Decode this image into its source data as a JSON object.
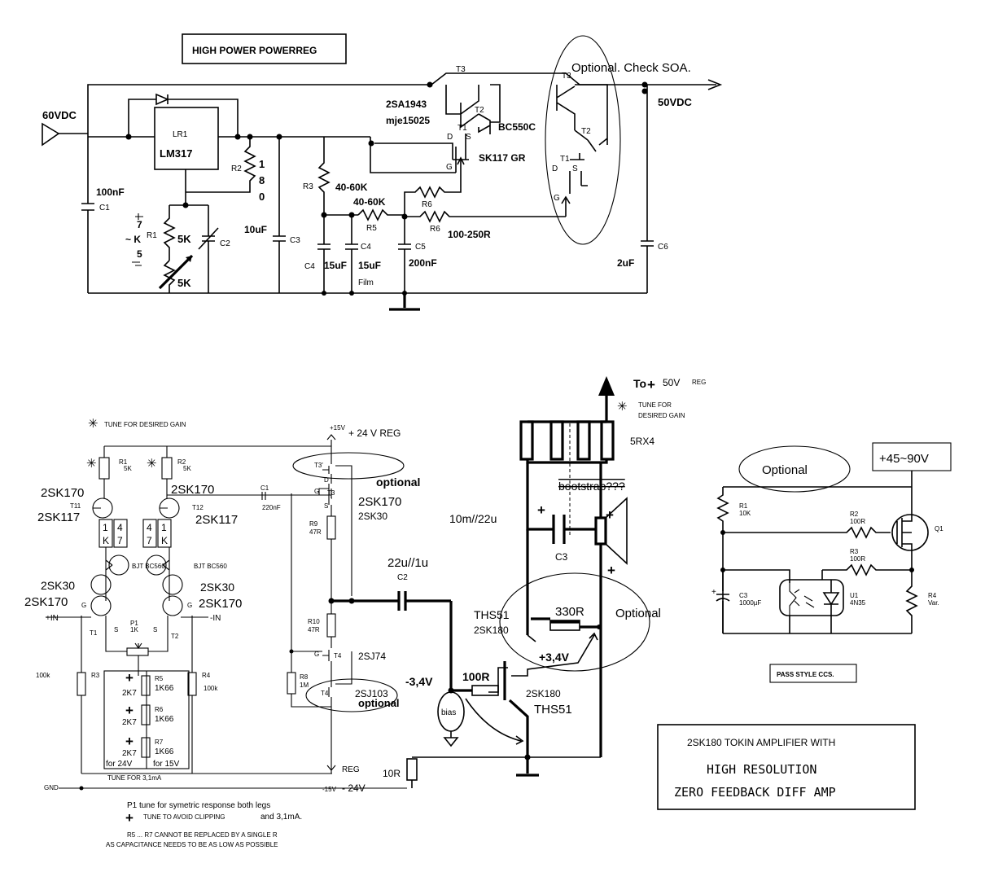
{
  "regulator": {
    "title": "HIGH POWER POWERREG",
    "input_voltage": "60VDC",
    "output_voltage": "50VDC",
    "ic_ref": "LR1",
    "ic_name": "LM317",
    "c1_value": "100nF",
    "c1_ref": "C1",
    "r2_ref": "R2",
    "r2_value_1": "1",
    "r2_value_2": "8",
    "r2_value_3": "0",
    "r1_ref": "R1",
    "r1_value": "5K",
    "pot_value": "5K",
    "adj_1": "7",
    "adj_2": "~ K",
    "adj_3": "5",
    "c2_ref": "C2",
    "c3_value": "10uF",
    "c3_ref": "C3",
    "r3_ref": "R3",
    "r3_value": "40-60K",
    "r5_value": "40-60K",
    "r5_ref": "R5",
    "r6a_ref": "R6",
    "r6b_ref": "R6",
    "r6_value": "100-250R",
    "c4a_ref": "C4",
    "c4a_value": "15uF",
    "c4b_ref": "C4",
    "c4b_value": "15uF",
    "film_label": "Film",
    "c5_ref": "C5",
    "c5_value": "200nF",
    "c6_ref": "C6",
    "c6_value": "2uF",
    "t3_ref": "T3",
    "t3b_ref": "T3",
    "q_main_1": "2SA1943",
    "q_main_2": "mje15025",
    "t2_ref": "T2",
    "t2b_ref": "T2",
    "t1_ref": "T1",
    "t1b_ref": "T1",
    "bc_label": "BC550C",
    "sk_label": "SK117 GR",
    "d_label": "D",
    "s_label": "S",
    "g_label": "G",
    "optional_note": "Optional. Check SOA."
  },
  "amplifier": {
    "tune_gain": "TUNE FOR DESIRED GAIN",
    "v_pos": "+15V",
    "v_pos_note": "+ 24 V REG",
    "v_neg": "-15V",
    "v_neg_note": "- 24V",
    "reg_label": "REG",
    "r1_ref": "R1",
    "r1_val": "5K",
    "r2_ref": "R2",
    "r2_val": "5K",
    "jfet_l": "2SK170",
    "jfet_l_ref": "T11",
    "jfet_l_alt": "2SK117",
    "jfet_r": "2SK170",
    "jfet_r_ref": "T12",
    "jfet_r_alt": "2SK117",
    "c1_ref": "C1",
    "c1_val": "220nF",
    "box_1": "1",
    "box_k": "K",
    "box_4": "4",
    "box_7": "7",
    "bjt_l": "BJT BC560",
    "bjt_r": "BJT BC560",
    "cas_l": "2SK30",
    "cas_r": "2SK30",
    "in_l_dev": "2SK170",
    "in_r_dev": "2SK170",
    "in_pos": "+IN",
    "in_neg": "-IN",
    "t1_ref": "T1",
    "t2_ref": "T2",
    "g_label": "G",
    "s_label": "S",
    "p1_ref": "P1",
    "p1_val": "1K",
    "r3_val": "100k",
    "r3_ref": "R3",
    "r4_ref": "R4",
    "r4_val": "100k",
    "r5_ref": "R5",
    "r5_val": "1K66",
    "r6_ref": "R6",
    "r6_val": "1K66",
    "r7_ref": "R7",
    "r7_val": "1K66",
    "v2k7_1": "2K7",
    "v2k7_2": "2K7",
    "v2k7_3": "2K7",
    "for_24": "for 24V",
    "for_15": "for 15V",
    "tune_31": "TUNE FOR 3,1mA",
    "gnd": "GND",
    "t3p_ref": "T3'",
    "t3_ref": "T3",
    "d_label": "D",
    "t3_dev": "2SK170",
    "t3_alt": "2SK30",
    "optional_t3": "optional",
    "r9_ref": "R9",
    "r9_val": "47R",
    "r10_ref": "R10",
    "r10_val": "47R",
    "t4_ref": "T4",
    "t4_dev": "2SJ74",
    "r8_ref": "R8",
    "r8_val": "1M",
    "t4p_ref": "T4'",
    "t4p_dev": "2SJ103",
    "optional_t4": "optional",
    "c2_val": "22u//1u",
    "c2_ref": "C2",
    "note_p1": "P1 tune for symetric response both legs",
    "note_plus_a": "TUNE TO AVOID CLIPPING",
    "note_plus_b": "and 3,1mA.",
    "note_r5_1": "R5 ... R7 CANNOT BE REPLACED BY A SINGLE R",
    "note_r5_2": "AS CAPACITANCE NEEDS TO BE AS LOW AS POSSIBLE"
  },
  "output_stage": {
    "to_label": "To",
    "to_volt": "50V",
    "to_reg": "REG",
    "tune_gain_a": "TUNE FOR",
    "tune_gain_b": "DESIRED GAIN",
    "r_array": "5RX4",
    "bootstrap": "bootstrap???",
    "c3_val": "10m//22u",
    "c3_ref": "C3",
    "ths_top": "THS51",
    "ths_top_alt": "2SK180",
    "r330": "330R",
    "optional": "Optional",
    "v_pos": "+3,4V",
    "v_neg": "-3,4V",
    "r100": "100R",
    "ths_bot_alt": "2SK180",
    "ths_bot": "THS51",
    "bias": "bias",
    "r10": "10R"
  },
  "ccs": {
    "optional": "Optional",
    "supply": "+45~90V",
    "r1_ref": "R1",
    "r1_val": "10K",
    "r2_ref": "R2",
    "r2_val": "100R",
    "r3_ref": "R3",
    "r3_val": "100R",
    "q1": "Q1",
    "c3_ref": "C3",
    "c3_val": "1000µF",
    "u1_ref": "U1",
    "u1_val": "4N35",
    "r4_ref": "R4",
    "r4_val": "Var.",
    "caption": "PASS STYLE CCS."
  },
  "title_box": {
    "line1": "2SK180 TOKIN AMPLIFIER WITH",
    "line2": "HIGH RESOLUTION",
    "line3": "ZERO FEEDBACK DIFF AMP"
  }
}
